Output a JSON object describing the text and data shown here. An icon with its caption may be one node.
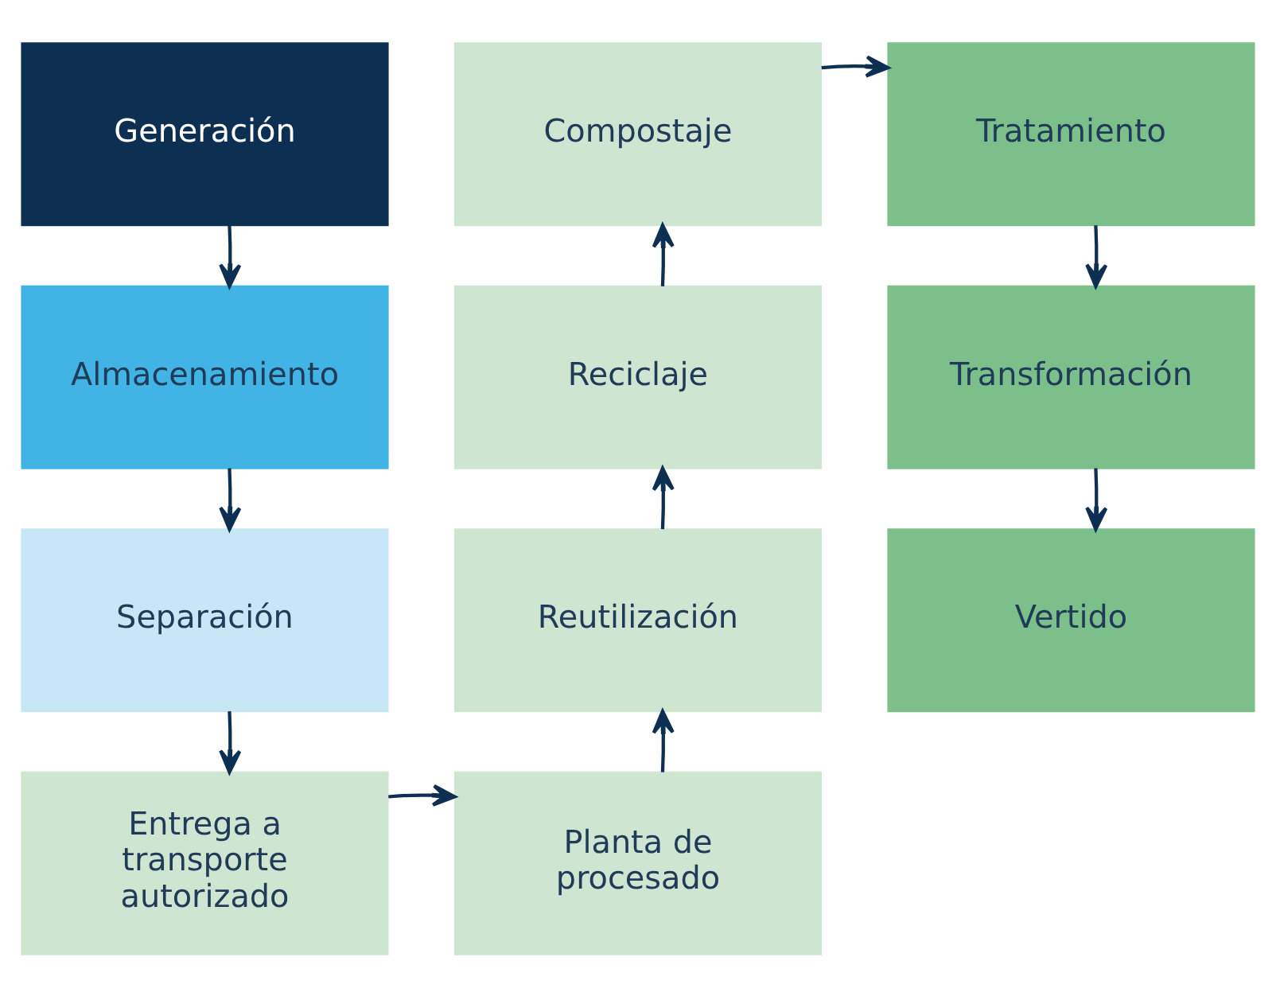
{
  "diagram": {
    "nodes": [
      {
        "text": [
          "Generación"
        ]
      },
      {
        "text": [
          "Almacenamiento"
        ]
      },
      {
        "text": [
          "Separación"
        ]
      },
      {
        "text": [
          "Entrega a transporte autorizado"
        ]
      },
      {
        "text": [
          "Planta de procesado"
        ]
      },
      {
        "text": [
          "Reutilización"
        ]
      },
      {
        "text": [
          "Reciclaje"
        ]
      },
      {
        "text": [
          "Compostaje"
        ]
      },
      {
        "text": [
          "Tratamiento"
        ]
      },
      {
        "text": [
          "Transformación"
        ]
      },
      {
        "text": [
          "Vertido"
        ]
      }
    ],
    "edges": [
      {
        "from": 0,
        "to": 1,
        "arrow": "to"
      },
      {
        "from": 1,
        "to": 2,
        "arrow": "to"
      },
      {
        "from": 2,
        "to": 3,
        "arrow": "to"
      },
      {
        "from": 3,
        "to": 4,
        "arrow": "to"
      },
      {
        "from": 4,
        "to": 5,
        "arrow": "to"
      },
      {
        "from": 5,
        "to": 6,
        "arrow": "to"
      },
      {
        "from": 6,
        "to": 7,
        "arrow": "to"
      },
      {
        "from": 7,
        "to": 8,
        "arrow": "to"
      },
      {
        "from": 8,
        "to": 9,
        "arrow": "to"
      },
      {
        "from": 9,
        "to": 10,
        "arrow": "to"
      }
    ]
  }
}
